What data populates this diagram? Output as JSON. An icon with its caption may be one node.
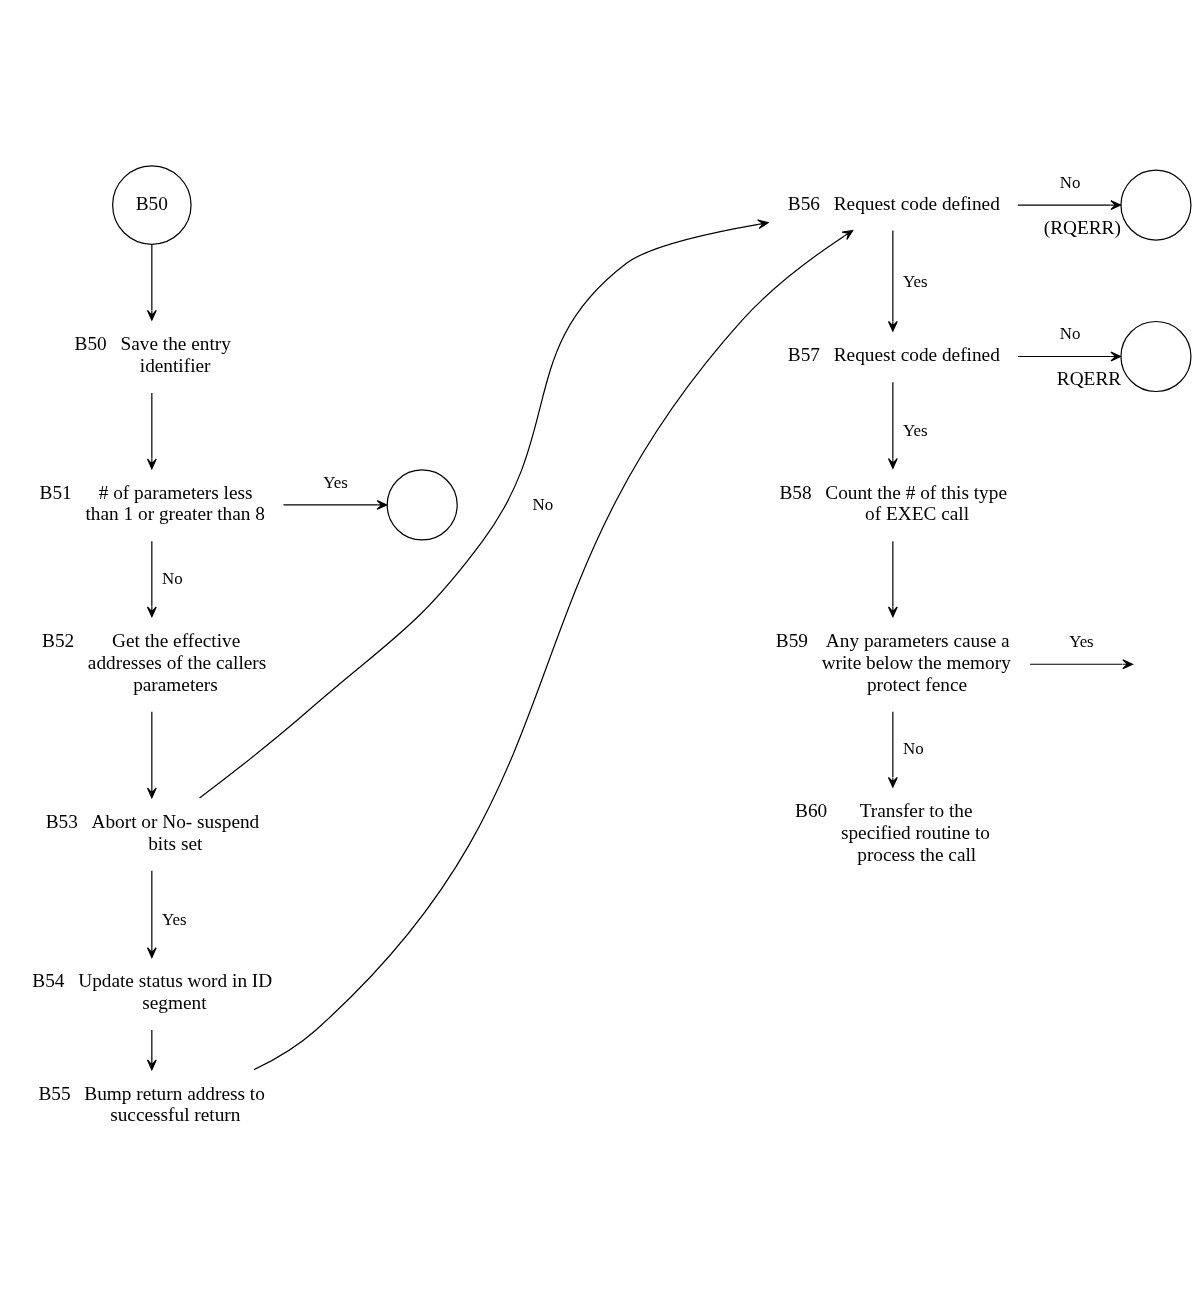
{
  "diagram": {
    "nodes": [
      {
        "text": [
          "B50"
        ]
      },
      {
        "text": [
          "Save the entry identifier"
        ],
        "beside": [
          "B50"
        ]
      },
      {
        "text": [
          "# of parameters less than 1 or greater than 8"
        ],
        "beside": [
          "B51"
        ]
      },
      {
        "text": [],
        "shape": "circle"
      },
      {
        "text": [
          "Get the effective addresses of the callers parameters"
        ],
        "beside": [
          "B52"
        ]
      },
      {
        "text": [
          "Abort or No- suspend bits set"
        ],
        "beside": [
          "B53"
        ]
      },
      {
        "text": [
          "Update status word in ID segment"
        ],
        "beside": [
          "B54"
        ]
      },
      {
        "text": [
          "Bump return address to successful return"
        ],
        "beside": [
          "B55"
        ]
      },
      {
        "text": [
          "Request code defined"
        ],
        "beside": [
          "B56"
        ]
      },
      {
        "text": [],
        "shape": "circle",
        "beside": [
          "(RQERR)"
        ]
      },
      {
        "text": [
          "Request code defined"
        ],
        "beside": [
          "B57"
        ]
      },
      {
        "text": [],
        "shape": "circle",
        "beside": [
          "RQERR"
        ]
      },
      {
        "text": [
          "Count the # of this type of EXEC call"
        ],
        "beside": [
          "B58"
        ]
      },
      {
        "text": [
          "Any parameters cause a write below the memory protect fence"
        ],
        "beside": [
          "B59"
        ]
      },
      {
        "text": [
          "Transfer to the specified routine to process the call"
        ],
        "beside": [
          "B60"
        ]
      }
    ],
    "edges": [
      {
        "from": 0,
        "to": 1,
        "arrow": "to"
      },
      {
        "from": 1,
        "to": 2,
        "arrow": "to"
      },
      {
        "from": 2,
        "to": 3,
        "label": "Yes",
        "arrow": "to"
      },
      {
        "from": 2,
        "to": 4,
        "label": "No",
        "arrow": "to"
      },
      {
        "from": 4,
        "to": 5,
        "arrow": "to"
      },
      {
        "from": 5,
        "to": 8,
        "label": "No",
        "arrow": "to"
      },
      {
        "from": 5,
        "to": 6,
        "label": "Yes",
        "arrow": "to"
      },
      {
        "from": 6,
        "to": 7,
        "arrow": "to"
      },
      {
        "from": 7,
        "to": 8,
        "arrow": "to"
      },
      {
        "from": 8,
        "to": 9,
        "label": "No",
        "arrow": "to"
      },
      {
        "from": 8,
        "to": 10,
        "label": "Yes",
        "arrow": "to"
      },
      {
        "from": 10,
        "to": 11,
        "label": "No",
        "arrow": "to"
      },
      {
        "from": 10,
        "to": 12,
        "label": "Yes",
        "arrow": "to"
      },
      {
        "from": 12,
        "to": 13,
        "arrow": "to"
      },
      {
        "from": 13,
        "to": null,
        "label": "Yes",
        "arrow": "to"
      },
      {
        "from": 13,
        "to": 14,
        "label": "No",
        "arrow": "to"
      }
    ]
  }
}
